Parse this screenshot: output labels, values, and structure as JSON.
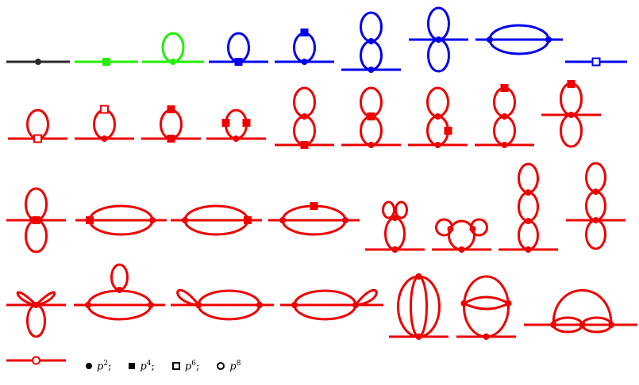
{
  "colors": {
    "black": "#2a2a2a",
    "green": "#22ee00",
    "blue": "#0000ee",
    "red": "#ee0000"
  },
  "legend": [
    {
      "symbol": "filled-circle",
      "var": "p",
      "exp": "2",
      "tail": ";"
    },
    {
      "symbol": "filled-square",
      "var": "p",
      "exp": "4",
      "tail": ";"
    },
    {
      "symbol": "open-square",
      "var": "p",
      "exp": "6",
      "tail": ";"
    },
    {
      "symbol": "open-circle",
      "var": "p",
      "exp": "8",
      "tail": ""
    }
  ],
  "diagrams": [
    {
      "id": 1,
      "color": "black",
      "topology": "line",
      "vertex": "filled-circle"
    },
    {
      "id": 2,
      "color": "green",
      "topology": "line",
      "vertex": "filled-square"
    },
    {
      "id": 3,
      "color": "green",
      "topology": "tadpole",
      "vertex": "filled-circle"
    },
    {
      "id": 4,
      "color": "blue",
      "topology": "tadpole",
      "vertex": "filled-square"
    },
    {
      "id": 5,
      "color": "blue",
      "topology": "tadpole",
      "vertex": "filled-circle",
      "extra": "filled-square-top"
    },
    {
      "id": 6,
      "color": "blue",
      "topology": "double-tadpole",
      "vertex": "filled-circle"
    },
    {
      "id": 7,
      "color": "blue",
      "topology": "figure-eight",
      "vertex": "filled-circle"
    },
    {
      "id": 8,
      "color": "blue",
      "topology": "sunset",
      "vertex": "filled-circle"
    },
    {
      "id": 9,
      "color": "blue",
      "topology": "line",
      "vertex": "open-square"
    },
    {
      "id": 10,
      "color": "red",
      "topology": "tadpole",
      "vertex": "open-square"
    },
    {
      "id": 11,
      "color": "red",
      "topology": "tadpole",
      "vertex": "filled-circle",
      "extra": "open-square-top"
    },
    {
      "id": 12,
      "color": "red",
      "topology": "tadpole",
      "vertex": "filled-square",
      "extra": "filled-square-top"
    },
    {
      "id": 13,
      "color": "red",
      "topology": "tadpole",
      "vertex": "filled-circle",
      "extra": "filled-square-sides"
    },
    {
      "id": 14,
      "color": "red",
      "topology": "double-tadpole",
      "vertex": "filled-square"
    },
    {
      "id": 15,
      "color": "red",
      "topology": "double-tadpole",
      "vertex": "filled-circle",
      "extra": "filled-square-middle"
    },
    {
      "id": 16,
      "color": "red",
      "topology": "double-tadpole",
      "vertex": "filled-circle",
      "extra": "filled-square-side"
    },
    {
      "id": 17,
      "color": "red",
      "topology": "double-tadpole",
      "vertex": "filled-circle",
      "extra": "filled-square-top"
    },
    {
      "id": 18,
      "color": "red",
      "topology": "figure-eight",
      "vertex": "filled-circle",
      "extra": "filled-square-top"
    },
    {
      "id": 19,
      "color": "red",
      "topology": "figure-eight",
      "vertex": "filled-square"
    },
    {
      "id": 20,
      "color": "red",
      "topology": "sunset",
      "vertex": "filled-square-left"
    },
    {
      "id": 21,
      "color": "red",
      "topology": "sunset",
      "vertex": "filled-square-right"
    },
    {
      "id": 22,
      "color": "red",
      "topology": "sunset",
      "vertex": "filled-circle",
      "extra": "filled-square-top"
    },
    {
      "id": 23,
      "color": "red",
      "topology": "tadpole-with-two-petals",
      "vertex": "filled-circle"
    },
    {
      "id": 24,
      "color": "red",
      "topology": "tadpole-with-side-loops",
      "vertex": "filled-circle"
    },
    {
      "id": 25,
      "color": "red",
      "topology": "triple-tadpole",
      "vertex": "filled-circle"
    },
    {
      "id": 26,
      "color": "red",
      "topology": "figure-eight-with-loop",
      "vertex": "filled-circle"
    },
    {
      "id": 27,
      "color": "red",
      "topology": "three-petal-flower",
      "vertex": "filled-circle"
    },
    {
      "id": 28,
      "color": "red",
      "topology": "sunset-with-top-loop",
      "vertex": "filled-circle"
    },
    {
      "id": 29,
      "color": "red",
      "topology": "sunset-with-left-loop",
      "vertex": "filled-circle"
    },
    {
      "id": 30,
      "color": "red",
      "topology": "sunset-with-right-loop",
      "vertex": "filled-circle"
    },
    {
      "id": 31,
      "color": "red",
      "topology": "basketball",
      "vertex": "filled-circle"
    },
    {
      "id": 32,
      "color": "red",
      "topology": "mercedes",
      "vertex": "filled-circle"
    },
    {
      "id": 33,
      "color": "red",
      "topology": "arch-with-bubbles",
      "vertex": "filled-circle"
    },
    {
      "id": 34,
      "color": "red",
      "topology": "line",
      "vertex": "open-circle"
    }
  ]
}
